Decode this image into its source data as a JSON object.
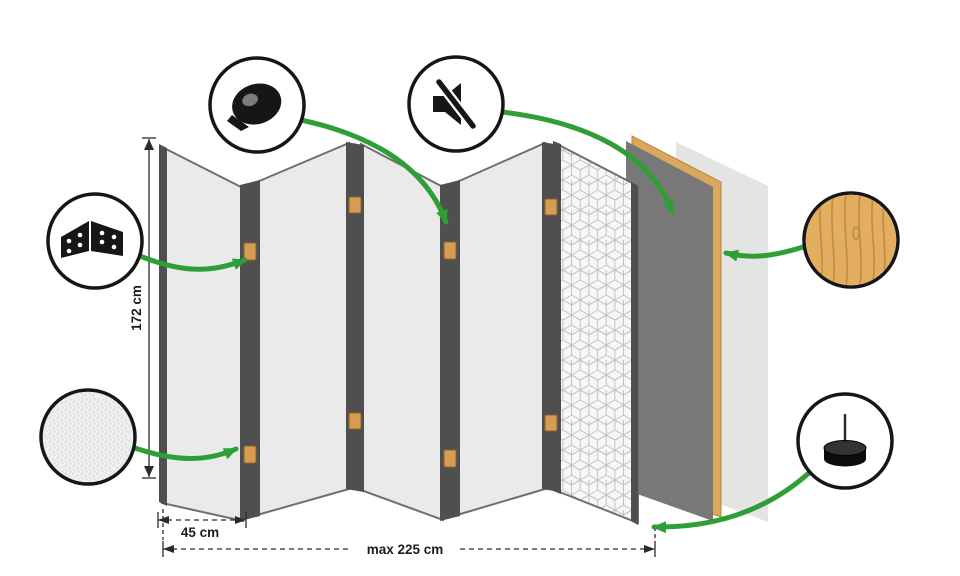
{
  "page": {
    "title": "Folding room divider technical diagram"
  },
  "dimensions": {
    "height_label": "172 cm",
    "panel_width_label": "45 cm",
    "total_width_label": "max 225 cm"
  },
  "structure": {
    "panel_count": 5,
    "layers": [
      "plain-panel",
      "plain-panel",
      "plain-panel",
      "plain-panel",
      "geometric-pattern-panel",
      "dark-felt-panel-with-wood-frame",
      "backdrop-panel"
    ]
  },
  "callouts": {
    "tape": {
      "icon": "tape-roll-icon",
      "meaning": "adhesive tape"
    },
    "mute": {
      "icon": "muted-speaker-icon",
      "meaning": "sound dampening"
    },
    "hinge": {
      "icon": "hinge-icon",
      "meaning": "metal hinges"
    },
    "fleece": {
      "icon": "fleece-texture-icon",
      "meaning": "non-woven texture"
    },
    "wood": {
      "icon": "wood-sample-icon",
      "meaning": "wooden frame"
    },
    "felt_pad": {
      "icon": "felt-pad-icon",
      "meaning": "felt pad foot"
    }
  },
  "colors": {
    "arrow_green": "#2f9e36",
    "panel_face": "#eaeaea",
    "panel_edge_dark": "#4f4f4f",
    "hinge_tan": "#d69d52",
    "wood_tan": "#e3ae60",
    "felt_panel_gray": "#787878",
    "backdrop_gray": "#e4e4e4",
    "outline_black": "#161616"
  }
}
